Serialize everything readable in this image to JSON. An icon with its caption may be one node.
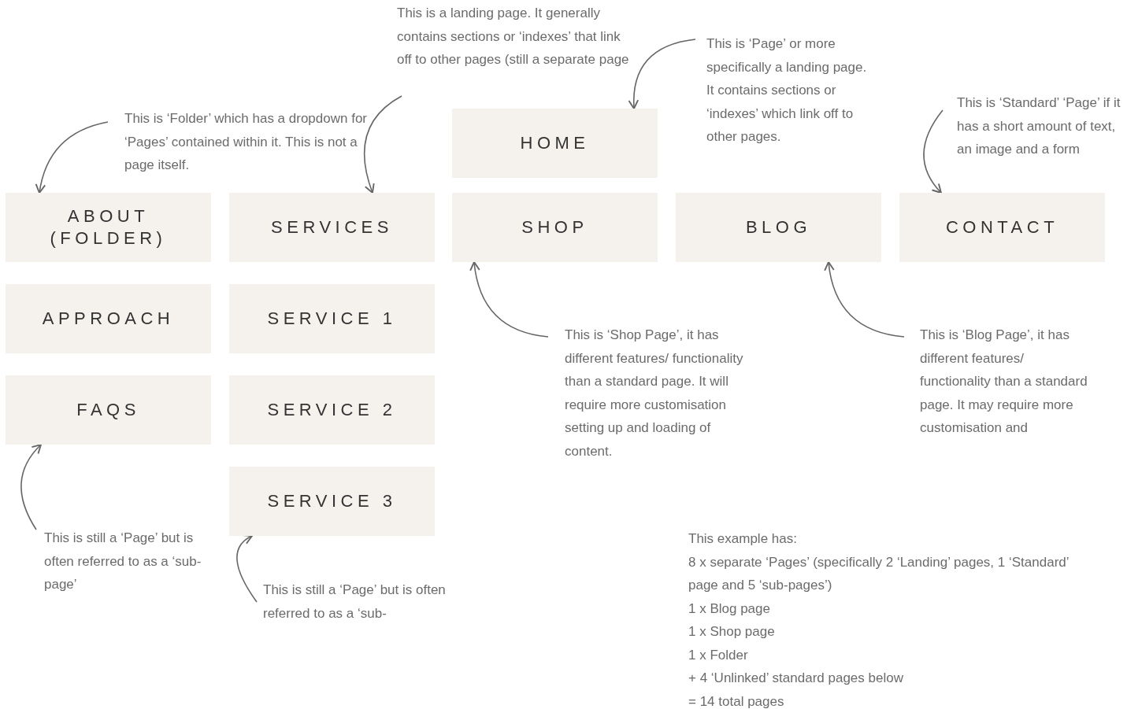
{
  "diagram": {
    "nodes": [
      {
        "text": [
          "HOME"
        ]
      },
      {
        "text": [
          "ABOUT (FOLDER)"
        ]
      },
      {
        "text": [
          "SERVICES"
        ]
      },
      {
        "text": [
          "SHOP"
        ]
      },
      {
        "text": [
          "BLOG"
        ]
      },
      {
        "text": [
          "CONTACT"
        ]
      },
      {
        "text": [
          "APPROACH"
        ]
      },
      {
        "text": [
          "SERVICE 1"
        ]
      },
      {
        "text": [
          "FAQS"
        ]
      },
      {
        "text": [
          "SERVICE 2"
        ]
      },
      {
        "text": [
          "SERVICE 3"
        ]
      },
      {
        "text": [
          "This is a landing page. It generally contains sections or ‘indexes’ that link off to other pages (still a separate page"
        ]
      },
      {
        "text": [
          "This is ‘Folder’ which has a dropdown for ‘Pages’ contained within it. This is not a page itself."
        ]
      },
      {
        "text": [
          "This is ‘Page’  or more specifically a landing page. It contains sections or ‘indexes’ which link off to other pages."
        ]
      },
      {
        "text": [
          "This is ‘Standard’ ‘Page’ if it has a short amount of text, an image and a form"
        ]
      },
      {
        "text": [
          "This is ‘Shop Page’, it has different features/ functionality than a standard page. It will require more customisation setting up and loading of content."
        ]
      },
      {
        "text": [
          "This is ‘Blog Page’, it has different features/ functionality than a standard page. It may require more customisation and"
        ]
      },
      {
        "text": [
          "This is still a ‘Page’ but is often referred to as a ‘sub-page’"
        ]
      },
      {
        "text": [
          "This is still a ‘Page’ but is often referred to as a ‘sub-"
        ]
      }
    ],
    "edges": [
      {
        "from": 12,
        "to": 1,
        "arrow": "to"
      },
      {
        "from": 11,
        "to": 2,
        "arrow": "to"
      },
      {
        "from": 13,
        "to": 0,
        "arrow": "to"
      },
      {
        "from": 14,
        "to": 5,
        "arrow": "to"
      },
      {
        "from": 15,
        "to": 3,
        "arrow": "to"
      },
      {
        "from": 16,
        "to": 4,
        "arrow": "to"
      },
      {
        "from": 17,
        "to": 8,
        "arrow": "to"
      },
      {
        "from": 18,
        "to": 10,
        "arrow": "to"
      }
    ],
    "labels": [
      "This example has:",
      "8 x separate ‘Pages’ (specifically 2 ‘Landing’ pages, 1 ‘Standard’ page and 5 ‘sub-pages’)",
      "1 x Blog page",
      "1 x Shop page",
      "1 x Folder",
      "+ 4 ‘Unlinked’ standard pages below",
      "= 14 total pages"
    ]
  }
}
